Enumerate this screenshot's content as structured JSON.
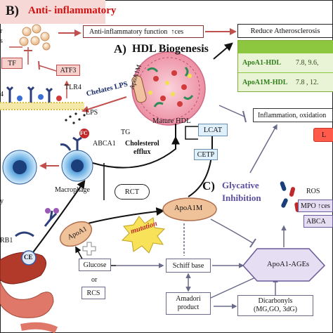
{
  "panels": {
    "b_heading": "B)",
    "b_title": "Anti- inflammatory",
    "a_heading": "A)",
    "a_title": "HDL Biogenesis",
    "c_heading": "C)",
    "c_title_line1": "Glycative",
    "c_title_line2": "Inhibition"
  },
  "top": {
    "anti_function": "Anti-inflammatory function",
    "anti_function_arrow": "↑ces",
    "reduce_athero": "Reduce Atherosclerosis",
    "left_cut_1": "r",
    "left_cut_2": "s"
  },
  "table": {
    "rows": [
      {
        "name": "ApoA1-HDL",
        "value": "7.8, 9.6,"
      },
      {
        "name": "ApoA1M-HDL",
        "value": "7.8 , 12."
      }
    ]
  },
  "labels": {
    "tf": "TF",
    "atf3": "ATF3",
    "tlr4_left": "4",
    "tlr4": "TLR4",
    "chelates_lps": "Chelates LPS",
    "lps": "LPS",
    "apoa1m_on_particle": "ApoA1M",
    "mature_hdl": "Mature HDL",
    "fc": "FC",
    "abca1": "ABCA1",
    "tg": "TG",
    "cholesterol_efflux_1": "Cholesterol",
    "cholesterol_efflux_2": "efflux",
    "macrophage": "Macrophage",
    "left_y": "y",
    "lcat": "LCAT",
    "cetp": "CETP",
    "rct": "RCT",
    "apoa1m": "ApoA1M",
    "apoa1": "ApoA1",
    "mutation": "mutation",
    "sr_b1": "RB1",
    "ce": "CE",
    "glucose": "Glucose",
    "or": "or",
    "rcs": "RCS",
    "schiff_base": "Schiff base",
    "amadori_1": "Amadori",
    "amadori_2": "product",
    "apoa1_ages": "ApoA1-AGEs",
    "dicarbonyls_1": "Dicarbonyls",
    "dicarbonyls_2": "(MG,GO, 3dG)",
    "inflammation": "Inflammation, oxidation",
    "ros": "ROS",
    "mpo": "MPO ↑ces",
    "abca": "ABCA",
    "red_l": "L"
  },
  "colors": {
    "red_title": "#d01010",
    "arrow_red": "#c0504d",
    "table_green": "#8dc63f",
    "table_text_green": "#2e7d1a",
    "purple_box": "#e6def2",
    "hdl_pink": "#f3a5b5",
    "liver": "#b23a2a",
    "intestine": "#e0786a"
  }
}
